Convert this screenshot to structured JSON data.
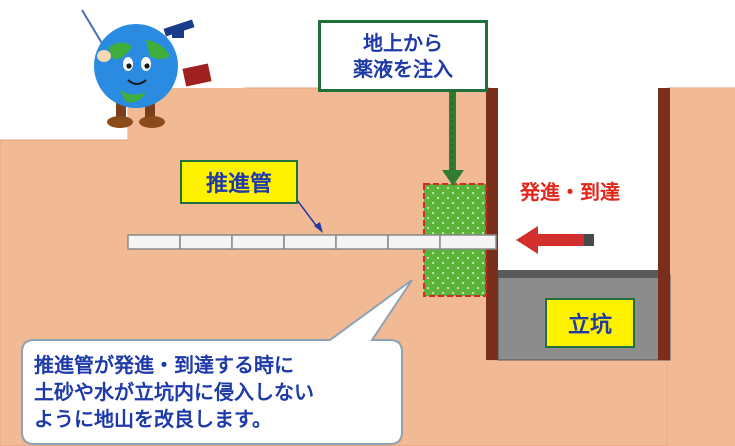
{
  "labels": {
    "pipe": "推進管",
    "shaft": "立坑",
    "injection_line1": "地上から",
    "injection_line2": "薬液を注入",
    "launch_arrival": "発進・到達"
  },
  "callout": {
    "lines": [
      "推進管が発進・到達する時に",
      "土砂や水が立坑内に侵入しない",
      "ように地山を改良します。"
    ]
  },
  "colors": {
    "ground": "#f2b995",
    "ground_edge": "#e7a07a",
    "wall": "#7a2e1c",
    "shaft_fill": "#8c8c8c",
    "improved_zone": "#5cb33a",
    "improved_zone_border": "#d62a2a",
    "arrow_green": "#2e7d32",
    "arrow_red": "#d32f2f",
    "label_bg": "#fff200",
    "label_text": "#1e3aa8",
    "launch_text": "#e1261c"
  },
  "mascot": {
    "icon": "earth-globe-mascot-icon"
  }
}
